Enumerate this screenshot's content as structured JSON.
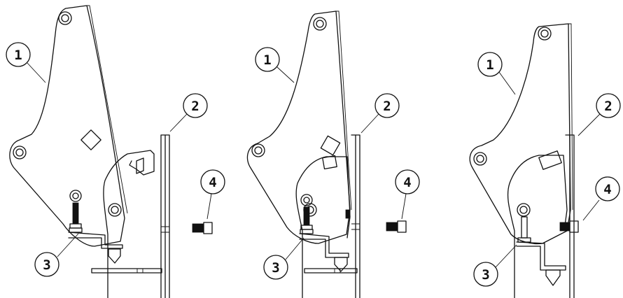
{
  "callout_labels": {
    "part1": "1",
    "part2": "2",
    "part3": "3",
    "part4": "4"
  },
  "stroke_color": "#111111",
  "background_color": "#ffffff"
}
